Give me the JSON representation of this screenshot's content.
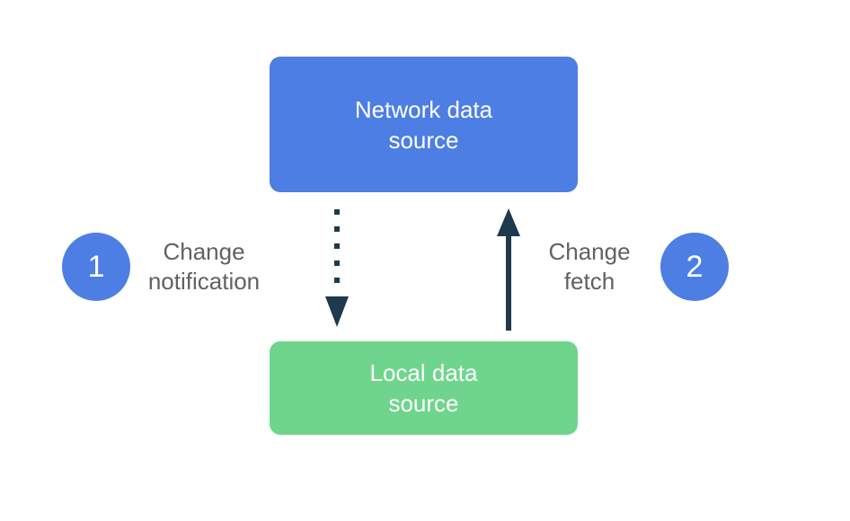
{
  "colors": {
    "background": "#ffffff",
    "accent_blue": "#4D7EE3",
    "accent_green": "#6FD58C",
    "arrow": "#1E3A4C",
    "label_text": "#616161",
    "node_text": "#ffffff"
  },
  "nodes": {
    "network": {
      "label": "Network data\nsource"
    },
    "local": {
      "label": "Local data\nsource"
    }
  },
  "arrows": {
    "notification": {
      "style": "dotted",
      "direction": "down",
      "from": "network",
      "to": "local"
    },
    "fetch": {
      "style": "solid",
      "direction": "up",
      "from": "local",
      "to": "network"
    }
  },
  "annotations": {
    "step1": {
      "number": "1",
      "label": "Change\nnotification"
    },
    "step2": {
      "number": "2",
      "label": "Change\nfetch"
    }
  }
}
